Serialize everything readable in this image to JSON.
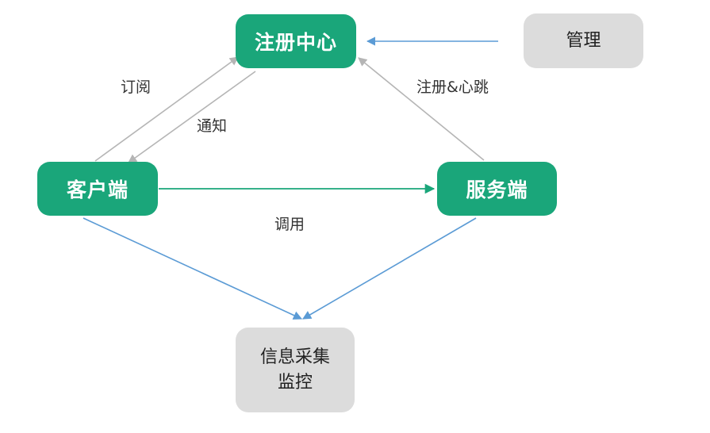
{
  "nodes": {
    "registry": "注册中心",
    "manage": "管理",
    "client": "客户端",
    "server": "服务端",
    "monitor_line1": "信息采集",
    "monitor_line2": "监控"
  },
  "edges": {
    "subscribe": "订阅",
    "notify": "通知",
    "register_heartbeat": "注册&心跳",
    "invoke": "调用"
  },
  "colors": {
    "node_green": "#1aa67a",
    "node_gray": "#dcdcdc",
    "arrow_gray": "#b5b5b5",
    "arrow_blue": "#5b9bd5",
    "arrow_green": "#1aa67a"
  }
}
